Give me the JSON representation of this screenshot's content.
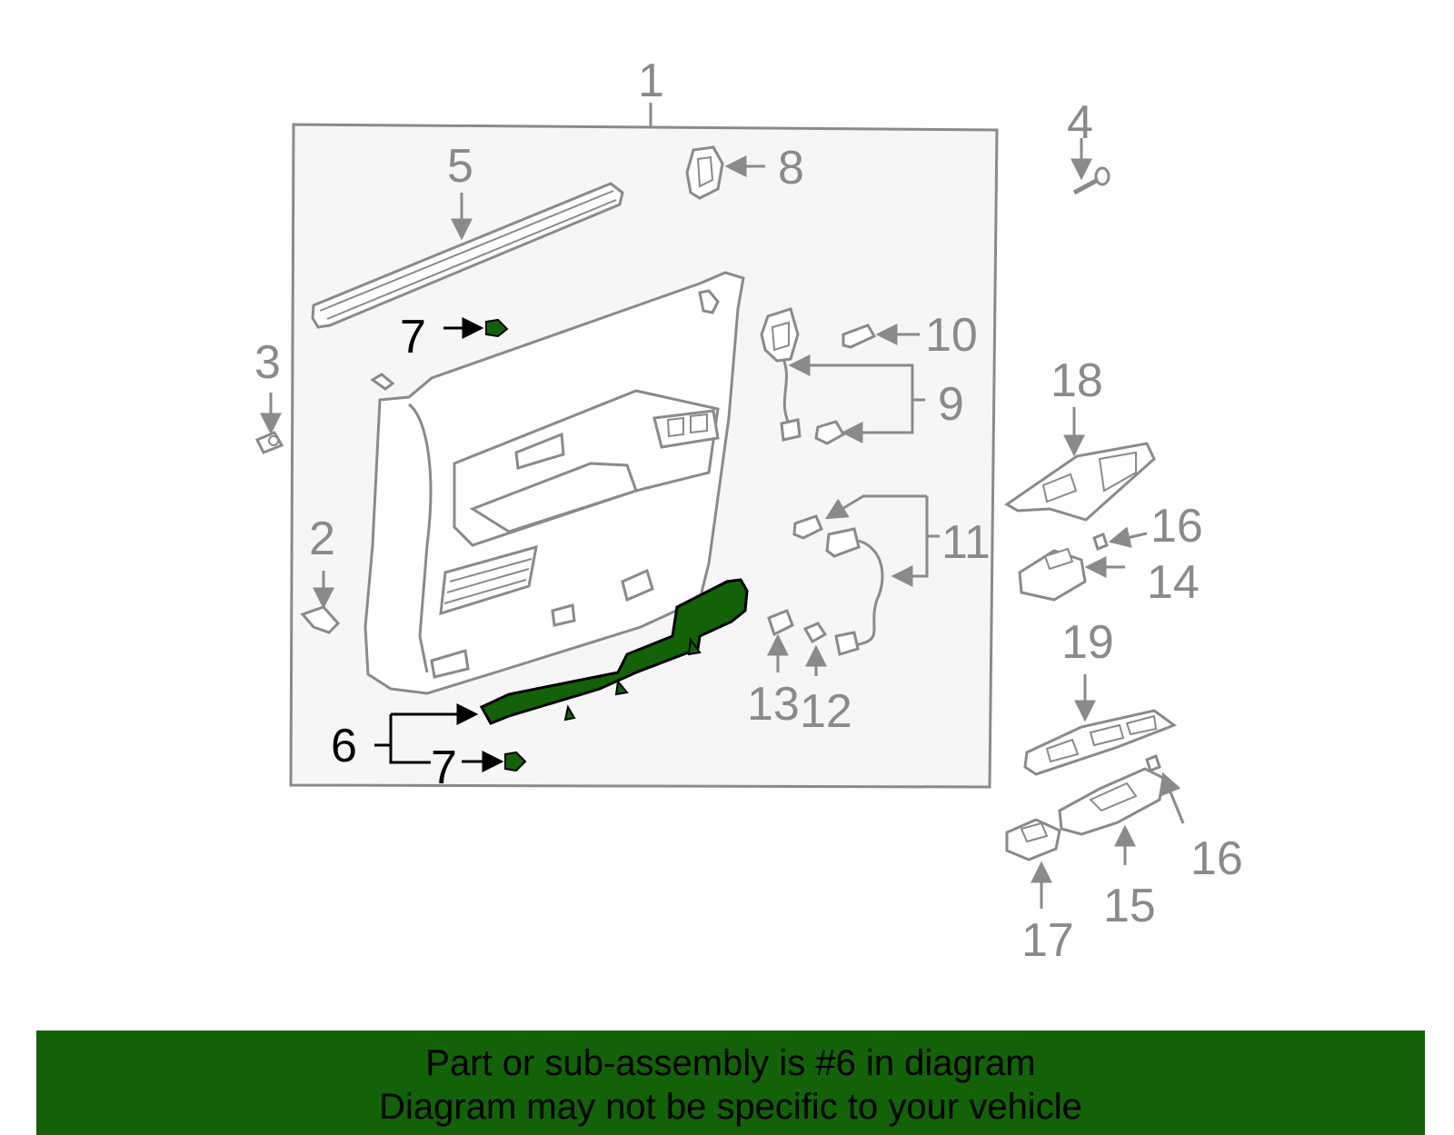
{
  "callouts": {
    "c1": "1",
    "c2": "2",
    "c3": "3",
    "c4": "4",
    "c5": "5",
    "c6": "6",
    "c7a": "7",
    "c7b": "7",
    "c8": "8",
    "c9": "9",
    "c10": "10",
    "c11": "11",
    "c12": "12",
    "c13": "13",
    "c14": "14",
    "c15": "15",
    "c16a": "16",
    "c16b": "16",
    "c17": "17",
    "c18": "18",
    "c19": "19"
  },
  "highlighted_part": "6",
  "colors": {
    "highlight": "#136108",
    "outline": "#8a8a8a",
    "banner": "#136108"
  },
  "banner": {
    "line1": "Part or sub-assembly is #6 in diagram",
    "line2": "Diagram may not be specific to your vehicle"
  }
}
